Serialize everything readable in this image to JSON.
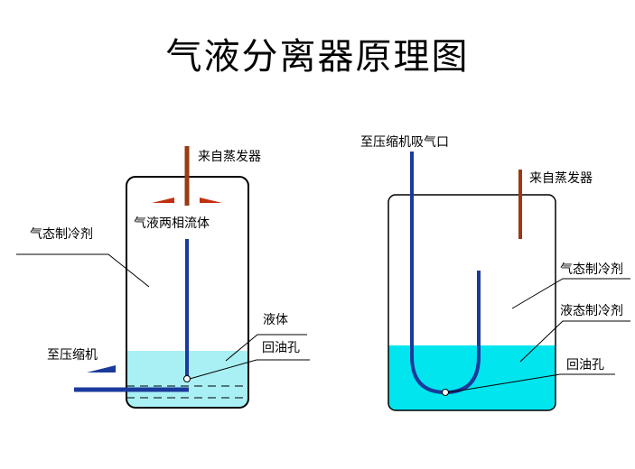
{
  "title": "气液分离器原理图",
  "left_diagram": {
    "from_evaporator": "来自蒸发器",
    "two_phase_flow": "气液两相流体",
    "gas_refrigerant": "气态制冷剂",
    "liquid": "液体",
    "oil_hole": "回油孔",
    "to_compressor": "至压缩机"
  },
  "right_diagram": {
    "to_compressor_suction": "至压缩机吸气口",
    "from_evaporator": "来自蒸发器",
    "gas_refrigerant": "气态制冷剂",
    "liquid_refrigerant": "液态制冷剂",
    "oil_hole": "回油孔"
  },
  "colors": {
    "liquid": "#a8f0f4",
    "liquid_right": "#00e5ee",
    "pipe_blue": "#1a3a9c",
    "pipe_brown": "#9a3a14",
    "flow_arrow": "#c03010"
  }
}
